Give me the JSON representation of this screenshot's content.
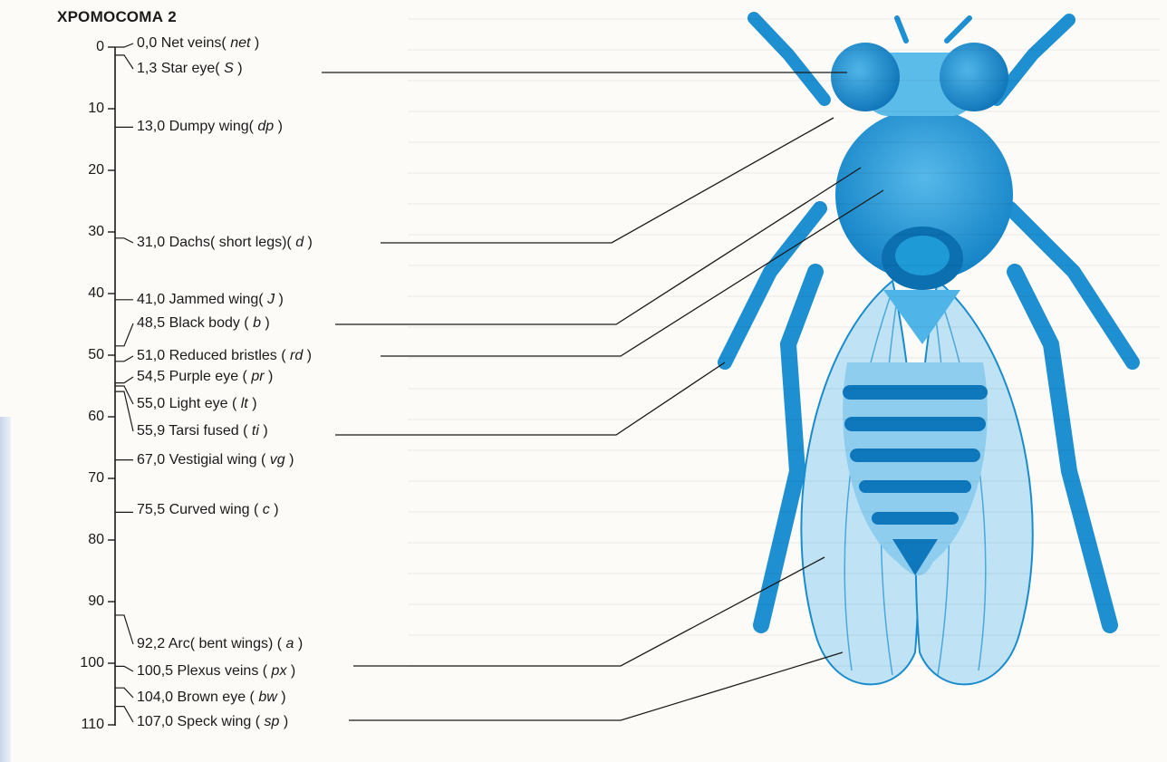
{
  "title": "ХРОМОСОМА 2",
  "ticks": [
    "0",
    "10",
    "20",
    "30",
    "40",
    "50",
    "60",
    "70",
    "80",
    "90",
    "100",
    "110"
  ],
  "loci": [
    {
      "pos": "0,0",
      "name": "Net veins",
      "symbol": "net",
      "sep": ""
    },
    {
      "pos": "1,3",
      "name": "Star eye",
      "symbol": "S",
      "sep": ""
    },
    {
      "pos": "13,0",
      "name": "Dumpy wing",
      "symbol": "dp",
      "sep": ""
    },
    {
      "pos": "31,0",
      "name": "Dachs( short legs)",
      "symbol": "d",
      "sep": ""
    },
    {
      "pos": "41,0",
      "name": "Jammed wing",
      "symbol": "J",
      "sep": ""
    },
    {
      "pos": "48,5",
      "name": "Black body",
      "symbol": "b",
      "sep": " "
    },
    {
      "pos": "51,0",
      "name": "Reduced bristles",
      "symbol": "rd",
      "sep": " "
    },
    {
      "pos": "54,5",
      "name": "Purple eye",
      "symbol": "pr",
      "sep": " "
    },
    {
      "pos": "55,0",
      "name": "Light eye",
      "symbol": "lt",
      "sep": " "
    },
    {
      "pos": "55,9",
      "name": "Tarsi fused",
      "symbol": "ti",
      "sep": " "
    },
    {
      "pos": "67,0",
      "name": "Vestigial wing",
      "symbol": "vg",
      "sep": " "
    },
    {
      "pos": "75,5",
      "name": "Curved wing",
      "symbol": "c",
      "sep": " "
    },
    {
      "pos": "92,2",
      "name": "Arc( bent wings)",
      "symbol": "a",
      "sep": " "
    },
    {
      "pos": "100,5",
      "name": "Plexus veins",
      "symbol": "px",
      "sep": " "
    },
    {
      "pos": "104,0",
      "name": "Brown eye",
      "symbol": "bw",
      "sep": " "
    },
    {
      "pos": "107,0",
      "name": "Speck wing",
      "symbol": "sp",
      "sep": " "
    }
  ],
  "colors": {
    "fly_body": "#1e9ad6",
    "fly_light": "#8fcdee",
    "fly_dark": "#0b6fb0",
    "wing": "#bfe3f5",
    "line": "#1a1a1a"
  }
}
